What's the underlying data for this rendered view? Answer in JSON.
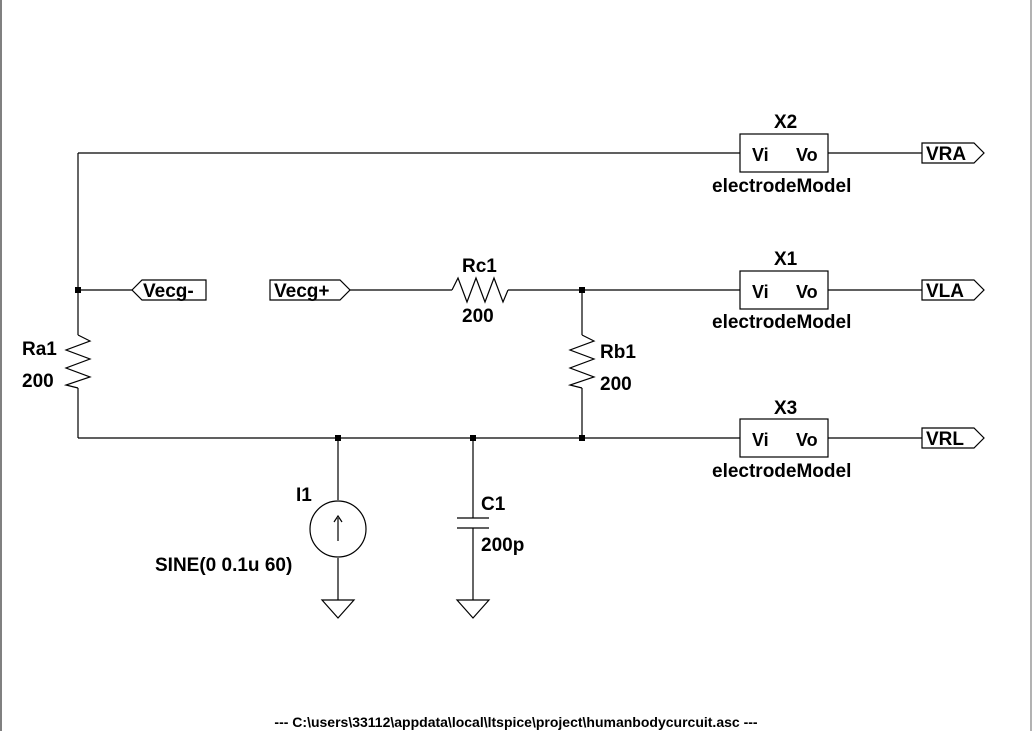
{
  "schematic": {
    "subcircuits": [
      {
        "ref": "X2",
        "pin_in": "Vi",
        "pin_out": "Vo",
        "model": "electrodeModel",
        "net_label": "VRA"
      },
      {
        "ref": "X1",
        "pin_in": "Vi",
        "pin_out": "Vo",
        "model": "electrodeModel",
        "net_label": "VLA"
      },
      {
        "ref": "X3",
        "pin_in": "Vi",
        "pin_out": "Vo",
        "model": "electrodeModel",
        "net_label": "VRL"
      }
    ],
    "resistors": {
      "ra1": {
        "ref": "Ra1",
        "value": "200"
      },
      "rb1": {
        "ref": "Rb1",
        "value": "200"
      },
      "rc1": {
        "ref": "Rc1",
        "value": "200"
      }
    },
    "capacitor": {
      "ref": "C1",
      "value": "200p"
    },
    "current_source": {
      "ref": "I1",
      "value": "SINE(0 0.1u 60)"
    },
    "ports": {
      "vecg_minus": "Vecg-",
      "vecg_plus": "Vecg+"
    }
  },
  "footer": {
    "path": "---  C:\\users\\33112\\appdata\\local\\ltspice\\project\\humanbodycurcuit.asc  ---"
  }
}
